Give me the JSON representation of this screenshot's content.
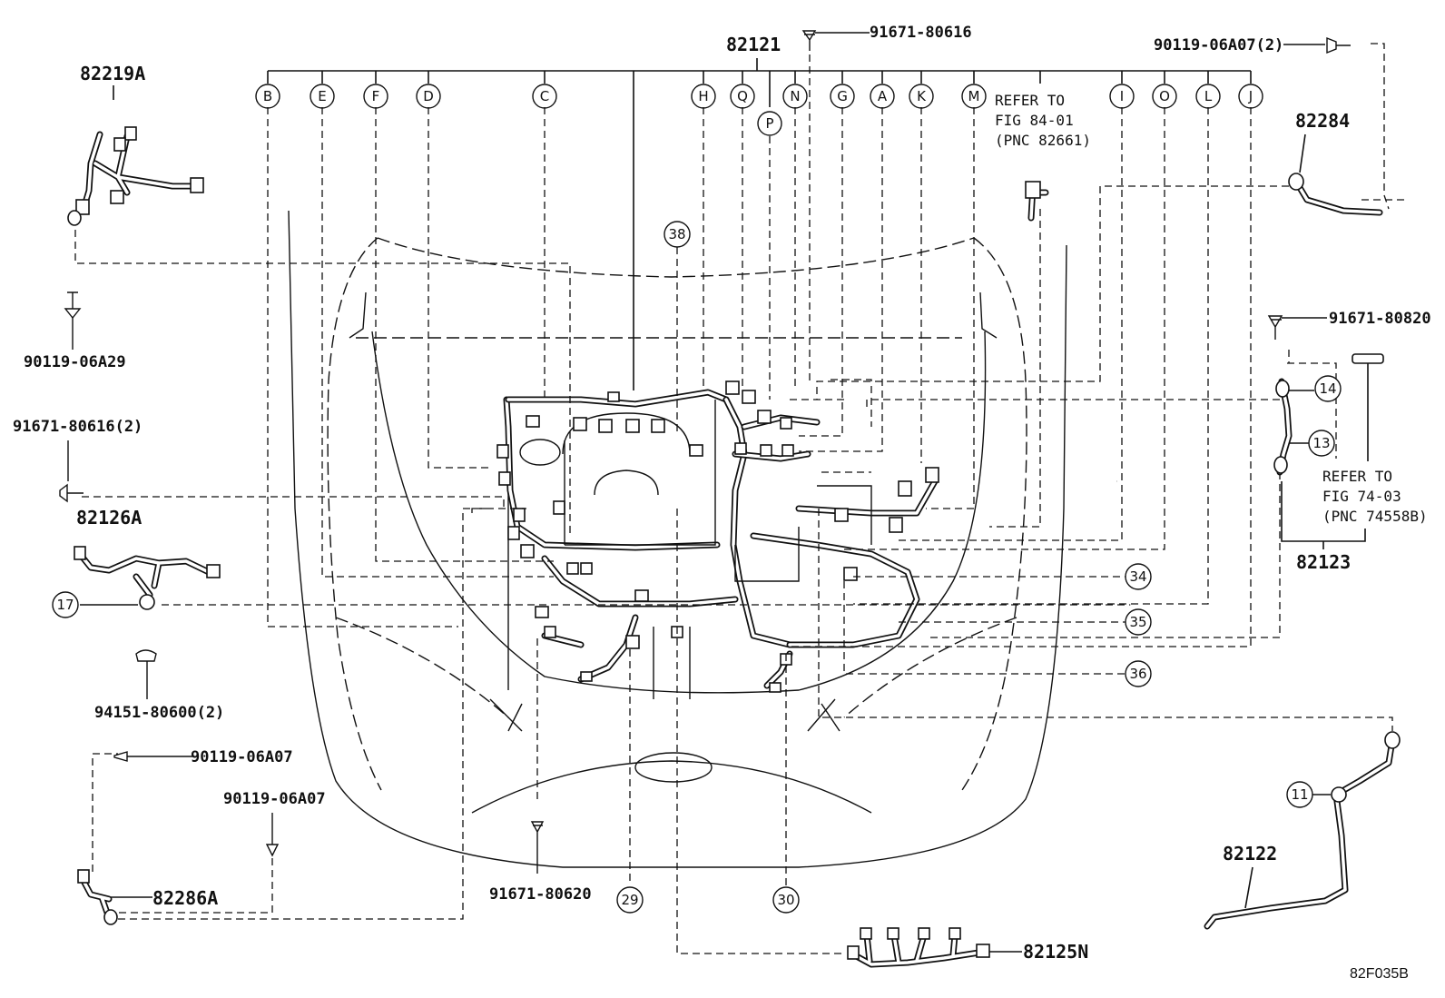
{
  "diagram_code": "82F035B",
  "parts": {
    "main_harness": "82121",
    "harness_82219a": "82219A",
    "harness_82126a": "82126A",
    "harness_82284": "82284",
    "harness_82123": "82123",
    "harness_82122": "82122",
    "harness_82125n": "82125N",
    "harness_82286a": "82286A"
  },
  "fasteners": {
    "bolt_top": "91671-80616",
    "bolt_top_right": "90119-06A07(2)",
    "bolt_82219a": "90119-06A29",
    "bolt_left": "91671-80616(2)",
    "clip_left": "94151-80600(2)",
    "bolt_82286a_a": "90119-06A07",
    "bolt_82286a_b": "90119-06A07",
    "bolt_bottom": "91671-80620",
    "bolt_right": "91671-80820"
  },
  "refs": {
    "ref_top": [
      "REFER TO",
      "FIG 84-01",
      "(PNC 82661)"
    ],
    "ref_right": [
      "REFER TO",
      "FIG 74-03",
      "(PNC 74558B)"
    ]
  },
  "letter_callouts": [
    "B",
    "E",
    "F",
    "D",
    "C",
    "H",
    "Q",
    "P",
    "N",
    "G",
    "A",
    "K",
    "M",
    "I",
    "O",
    "L",
    "J"
  ],
  "number_callouts": {
    "n38": "38",
    "n14": "14",
    "n13": "13",
    "n17": "17",
    "n34": "34",
    "n35": "35",
    "n36": "36",
    "n11": "11",
    "n29": "29",
    "n30": "30"
  }
}
